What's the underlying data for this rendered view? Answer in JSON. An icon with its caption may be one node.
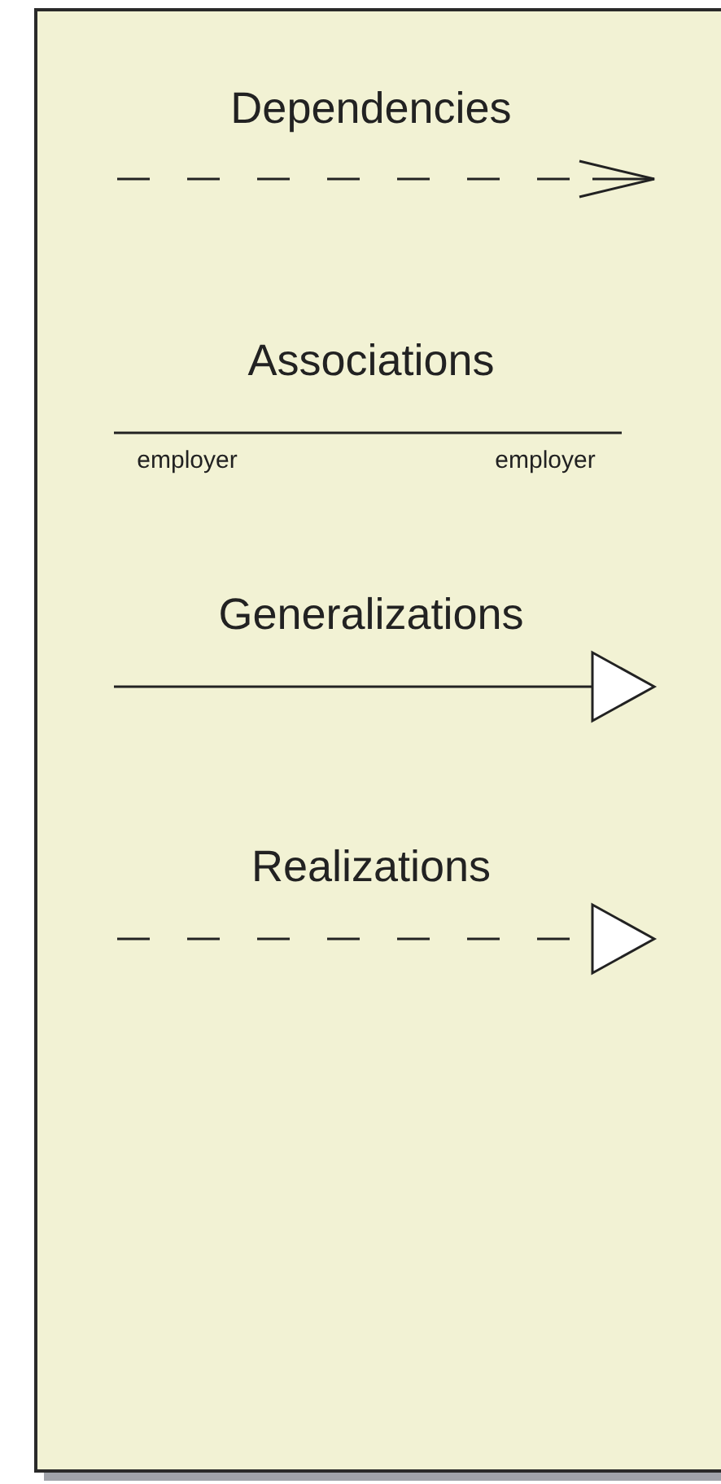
{
  "diagram": {
    "legend": [
      {
        "text": "Dependencies"
      },
      {
        "text": "Associations"
      },
      {
        "text": "Generalizations"
      },
      {
        "text": "Realizations"
      }
    ],
    "labels": [
      "employer",
      "employer"
    ]
  }
}
